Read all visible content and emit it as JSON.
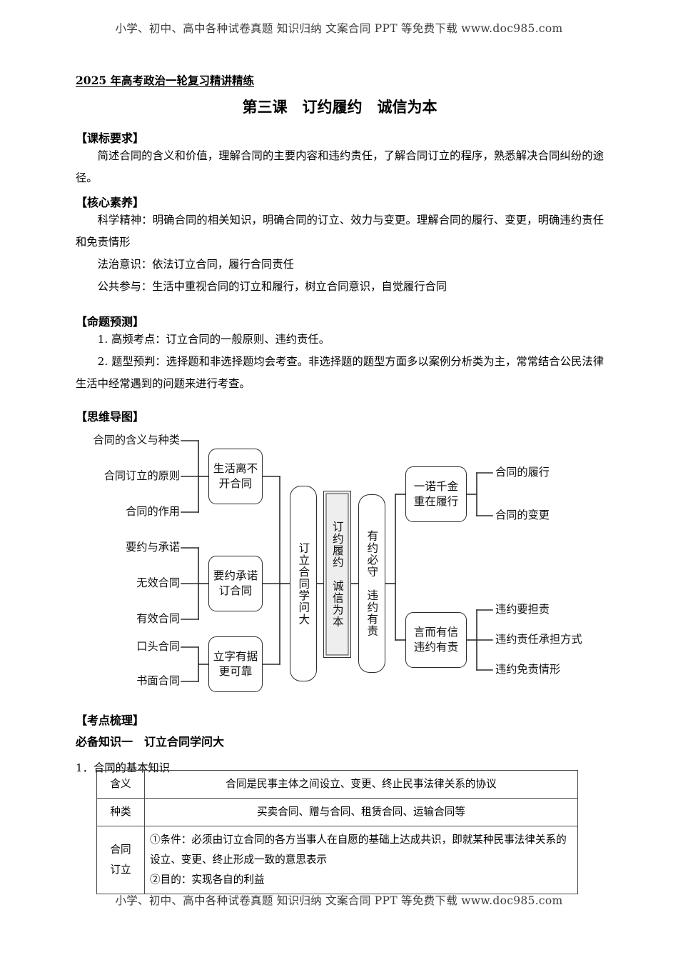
{
  "watermark": {
    "text": "小学、初中、高中各种试卷真题 知识归纳 文案合同 PPT 等免费下载",
    "url": "www.doc985.com"
  },
  "document": {
    "subtitle": "2025 年高考政治一轮复习精讲精练",
    "title": "第三课　订约履约　诚信为本"
  },
  "sections": {
    "standard": {
      "heading": "【课标要求】",
      "body": "简述合同的含义和价值，理解合同的主要内容和违约责任，了解合同订立的程序，熟悉解决合同纠纷的途径。"
    },
    "literacy": {
      "heading": "【核心素养】",
      "line1": "科学精神：明确合同的相关知识，明确合同的订立、效力与变更。理解合同的履行、变更，明确违约责任和免责情形",
      "line2": "法治意识：依法订立合同，履行合同责任",
      "line3": "公共参与：生活中重视合同的订立和履行，树立合同意识，自觉履行合同"
    },
    "prediction": {
      "heading": "【命题预测】",
      "line1": "1. 高频考点：订立合同的一般原则、违约责任。",
      "line2": "2. 题型预判：选择题和非选择题均会考查。非选择题的题型方面多以案例分析类为主，常常结合公民法律生活中经常遇到的问题来进行考查。"
    },
    "mindmap": {
      "heading": "【思维导图】"
    },
    "review": {
      "heading": "【考点梳理】",
      "must_know": "必备知识一　订立合同学问大",
      "item1": "1．合同的基本知识"
    }
  },
  "mindmap": {
    "left_labels_group1": [
      "合同的含义与种类",
      "合同订立的原则",
      "合同的作用"
    ],
    "left_labels_group2": [
      "要约与承诺",
      "无效合同",
      "有效合同"
    ],
    "left_labels_group3": [
      "口头合同",
      "书面合同"
    ],
    "boxes_l2": [
      "生活离不\n开合同",
      "要约承诺\n订合同",
      "立字有据\n更可靠"
    ],
    "box_left_trunk": "订立合同学问大",
    "box_center": "订约履约　诚信为本",
    "box_right_trunk": "有约必守　违约有责",
    "boxes_r2": [
      "一诺千金\n重在履行",
      "言而有信\n违约有责"
    ],
    "right_labels_group1": [
      "合同的履行",
      "合同的变更"
    ],
    "right_labels_group2": [
      "违约要担责",
      "违约责任承担方式",
      "违约免责情形"
    ]
  },
  "table": {
    "rows": [
      {
        "key": "含义",
        "align": "center",
        "lines": [
          "合同是民事主体之间设立、变更、终止民事法律关系的协议"
        ]
      },
      {
        "key": "种类",
        "align": "center",
        "lines": [
          "买卖合同、赠与合同、租赁合同、运输合同等"
        ]
      },
      {
        "key": "合同\n订立",
        "align": "left",
        "lines": [
          "①条件：必须由订立合同的各方当事人在自愿的基础上达成共识，即就某种民事法律关系的设立、变更、终止形成一致的意思表示",
          "②目的：实现各自的利益"
        ]
      }
    ]
  }
}
